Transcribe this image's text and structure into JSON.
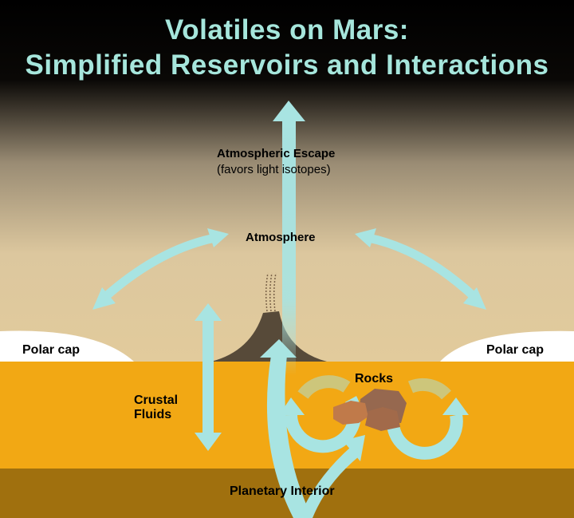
{
  "title": {
    "line1": "Volatiles on Mars:",
    "line2": "Simplified Reservoirs and Interactions"
  },
  "labels": {
    "escape_line1": "Atmospheric Escape",
    "escape_line2": "(favors light isotopes)",
    "atmosphere": "Atmosphere",
    "polar_cap_left": "Polar cap",
    "polar_cap_right": "Polar cap",
    "crustal_line1": "Crustal",
    "crustal_line2": "Fluids",
    "rocks": "Rocks",
    "interior": "Planetary Interior"
  },
  "colors": {
    "arrow": "#a8e4e2",
    "crust": "#f2a814",
    "interior": "#a0700e",
    "sky": "#e0c898",
    "title": "#a6e6dc"
  }
}
